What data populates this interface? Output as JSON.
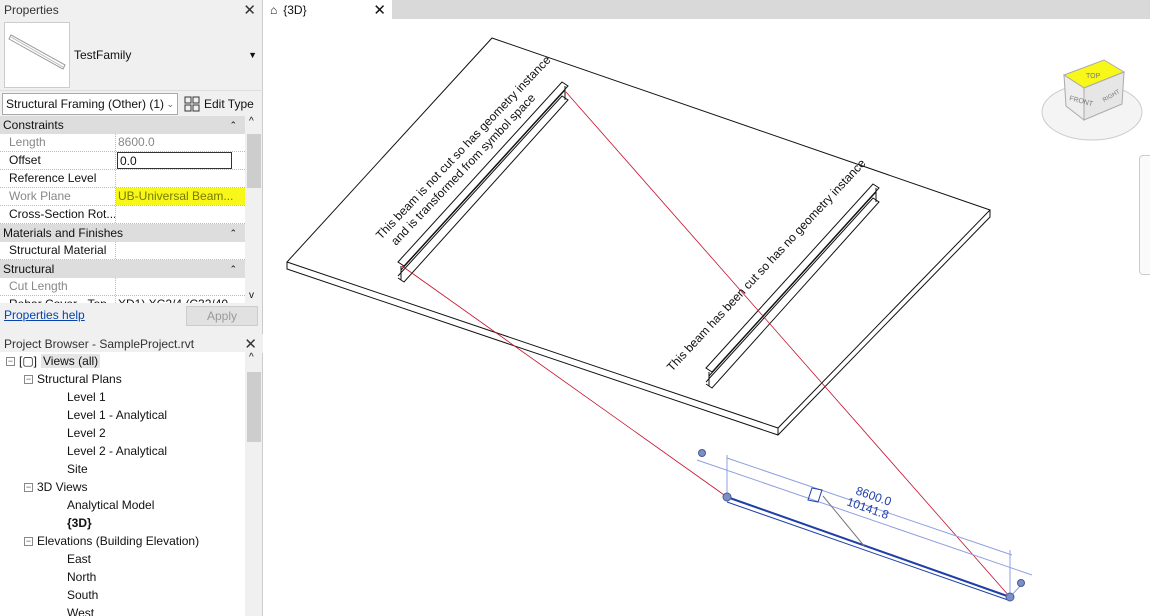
{
  "properties": {
    "title": "Properties",
    "family_name": "TestFamily",
    "category": "Structural Framing (Other) (1)",
    "edit_type": "Edit Type",
    "groups": [
      {
        "name": "Constraints",
        "rows": [
          {
            "key": "Length",
            "value": "8600.0",
            "disabled": true
          },
          {
            "key": "Offset",
            "value": "0.0",
            "input": true
          },
          {
            "key": "Reference Level",
            "value": ""
          },
          {
            "key": "Work Plane",
            "value": "UB-Universal Beam...",
            "disabled": true,
            "highlight": true
          },
          {
            "key": "Cross-Section Rot...",
            "value": ""
          }
        ]
      },
      {
        "name": "Materials and Finishes",
        "rows": [
          {
            "key": "Structural Material",
            "value": ""
          }
        ]
      },
      {
        "name": "Structural",
        "rows": [
          {
            "key": "Cut Length",
            "value": "",
            "disabled": true
          },
          {
            "key": "Rebar Cover - Top...",
            "value": "XD1) XC2/4 (C32/40..."
          }
        ]
      }
    ],
    "help": "Properties help",
    "apply": "Apply"
  },
  "project_browser": {
    "title": "Project Browser - SampleProject.rvt",
    "items": [
      {
        "label": "Views (all)",
        "level": 0,
        "expander": true,
        "selected": true
      },
      {
        "label": "Structural Plans",
        "level": 1,
        "expander": true
      },
      {
        "label": "Level 1",
        "level": 2
      },
      {
        "label": "Level 1 - Analytical",
        "level": 2
      },
      {
        "label": "Level 2",
        "level": 2
      },
      {
        "label": "Level 2 - Analytical",
        "level": 2
      },
      {
        "label": "Site",
        "level": 2
      },
      {
        "label": "3D Views",
        "level": 1,
        "expander": true
      },
      {
        "label": "Analytical Model",
        "level": 2
      },
      {
        "label": "{3D}",
        "level": 2,
        "bold": true
      },
      {
        "label": "Elevations (Building Elevation)",
        "level": 1,
        "expander": true
      },
      {
        "label": "East",
        "level": 2
      },
      {
        "label": "North",
        "level": 2
      },
      {
        "label": "South",
        "level": 2
      },
      {
        "label": "West",
        "level": 2
      }
    ]
  },
  "view": {
    "tab_label": "{3D}",
    "annotation_1a": "This beam is not cut so has geometry instance",
    "annotation_1b": "and is transformed from symbol space",
    "annotation_2": "This beam has been cut so has no geometry instance",
    "dim_length": "8600.0",
    "dim_length_2": "10141.8",
    "viewcube": {
      "top": "TOP",
      "front": "FRONT",
      "right": "RIGHT"
    },
    "colors": {
      "highlight": "#f7f71a",
      "selection": "#1f3fa8",
      "reference_line": "#c8102e"
    }
  }
}
